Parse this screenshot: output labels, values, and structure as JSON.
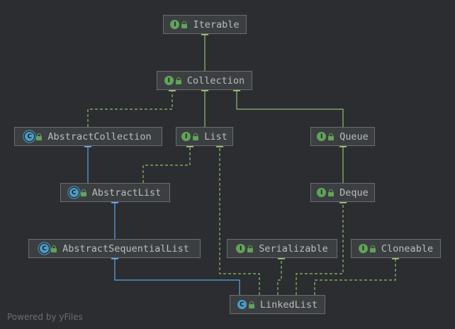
{
  "diagram": {
    "nodes": [
      {
        "id": "iterable",
        "label": "Iterable",
        "kind": "interface",
        "kind_letter": "I"
      },
      {
        "id": "collection",
        "label": "Collection",
        "kind": "interface",
        "kind_letter": "I"
      },
      {
        "id": "abstractcollection",
        "label": "AbstractCollection",
        "kind": "abstract-class",
        "kind_letter": "C"
      },
      {
        "id": "list",
        "label": "List",
        "kind": "interface",
        "kind_letter": "I"
      },
      {
        "id": "queue",
        "label": "Queue",
        "kind": "interface",
        "kind_letter": "I"
      },
      {
        "id": "abstractlist",
        "label": "AbstractList",
        "kind": "abstract-class",
        "kind_letter": "C"
      },
      {
        "id": "deque",
        "label": "Deque",
        "kind": "interface",
        "kind_letter": "I"
      },
      {
        "id": "abstractsequentiallist",
        "label": "AbstractSequentialList",
        "kind": "abstract-class",
        "kind_letter": "C"
      },
      {
        "id": "serializable",
        "label": "Serializable",
        "kind": "interface",
        "kind_letter": "I"
      },
      {
        "id": "cloneable",
        "label": "Cloneable",
        "kind": "interface",
        "kind_letter": "I"
      },
      {
        "id": "linkedlist",
        "label": "LinkedList",
        "kind": "class",
        "kind_letter": "C"
      }
    ],
    "edges": [
      {
        "from": "collection",
        "to": "iterable",
        "type": "extends"
      },
      {
        "from": "list",
        "to": "collection",
        "type": "extends"
      },
      {
        "from": "queue",
        "to": "collection",
        "type": "extends"
      },
      {
        "from": "abstractcollection",
        "to": "collection",
        "type": "implements"
      },
      {
        "from": "abstractlist",
        "to": "abstractcollection",
        "type": "extends-class"
      },
      {
        "from": "abstractlist",
        "to": "list",
        "type": "implements"
      },
      {
        "from": "deque",
        "to": "queue",
        "type": "extends"
      },
      {
        "from": "abstractsequentiallist",
        "to": "abstractlist",
        "type": "extends-class"
      },
      {
        "from": "linkedlist",
        "to": "abstractsequentiallist",
        "type": "extends-class"
      },
      {
        "from": "linkedlist",
        "to": "list",
        "type": "implements"
      },
      {
        "from": "linkedlist",
        "to": "serializable",
        "type": "implements"
      },
      {
        "from": "linkedlist",
        "to": "deque",
        "type": "implements"
      },
      {
        "from": "linkedlist",
        "to": "cloneable",
        "type": "implements"
      }
    ],
    "colors": {
      "interface_edge": "#8fbf6a",
      "class_edge": "#5aa6e6",
      "interface_icon": "#62a35a",
      "class_icon": "#4a9ec9"
    }
  },
  "footer": {
    "text": "Powered by yFiles"
  }
}
